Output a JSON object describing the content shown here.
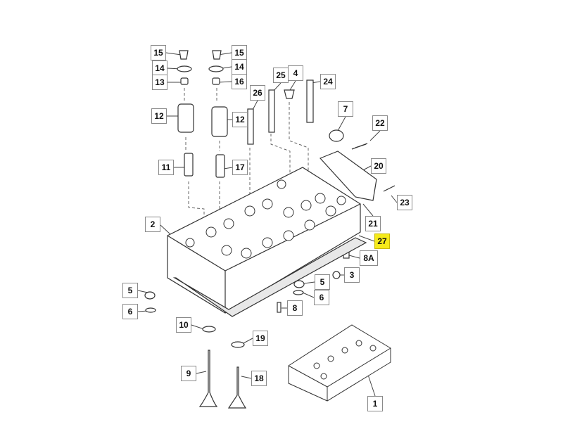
{
  "diagram": {
    "highlight_color": "#f5ea1a",
    "callouts": [
      {
        "id": "c15a",
        "label": "15"
      },
      {
        "id": "c15b",
        "label": "15"
      },
      {
        "id": "c14a",
        "label": "14"
      },
      {
        "id": "c14b",
        "label": "14"
      },
      {
        "id": "c13",
        "label": "13"
      },
      {
        "id": "c16",
        "label": "16"
      },
      {
        "id": "c12a",
        "label": "12"
      },
      {
        "id": "c12b",
        "label": "12"
      },
      {
        "id": "c11",
        "label": "11"
      },
      {
        "id": "c17",
        "label": "17"
      },
      {
        "id": "c26",
        "label": "26"
      },
      {
        "id": "c25",
        "label": "25"
      },
      {
        "id": "c4",
        "label": "4"
      },
      {
        "id": "c24",
        "label": "24"
      },
      {
        "id": "c7",
        "label": "7"
      },
      {
        "id": "c22",
        "label": "22"
      },
      {
        "id": "c20",
        "label": "20"
      },
      {
        "id": "c23",
        "label": "23"
      },
      {
        "id": "c2",
        "label": "2"
      },
      {
        "id": "c21",
        "label": "21"
      },
      {
        "id": "c27",
        "label": "27",
        "highlighted": true
      },
      {
        "id": "c8A",
        "label": "8A"
      },
      {
        "id": "c3",
        "label": "3"
      },
      {
        "id": "c5a",
        "label": "5"
      },
      {
        "id": "c5b",
        "label": "5"
      },
      {
        "id": "c6a",
        "label": "6"
      },
      {
        "id": "c6b",
        "label": "6"
      },
      {
        "id": "c8",
        "label": "8"
      },
      {
        "id": "c10",
        "label": "10"
      },
      {
        "id": "c19",
        "label": "19"
      },
      {
        "id": "c9",
        "label": "9"
      },
      {
        "id": "c18",
        "label": "18"
      },
      {
        "id": "c1",
        "label": "1"
      }
    ]
  }
}
